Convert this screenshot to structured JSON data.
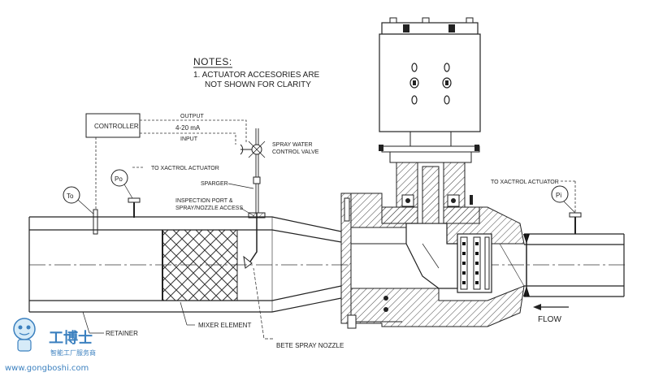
{
  "notes": {
    "title": "NOTES:",
    "line1": "1. ACTUATOR ACCESORIES ARE",
    "line2": "NOT SHOWN FOR CLARITY"
  },
  "controller": {
    "label": "CONTROLLER",
    "output": "OUTPUT",
    "signal": "4-20 mA",
    "input": "INPUT"
  },
  "labels": {
    "spray_valve_1": "SPRAY WATER",
    "spray_valve_2": "CONTROL VALVE",
    "to_actuator_left": "TO XACTROL ACTUATOR",
    "sparger": "SPARGER",
    "inspection_1": "INSPECTION PORT &",
    "inspection_2": "SPRAY/NOZZLE ACCESS",
    "to_actuator_right": "TO XACTROL ACTUATOR",
    "retainer": "RETAINER",
    "mixer": "MIXER ELEMENT",
    "nozzle": "BETE SPRAY NOZZLE",
    "flow": "FLOW"
  },
  "instruments": {
    "to": "To",
    "po": "Po",
    "pi": "Pi"
  },
  "watermark": {
    "brand": "工博士",
    "sub": "智能工厂服务商",
    "url": "www.gongboshi.com"
  }
}
